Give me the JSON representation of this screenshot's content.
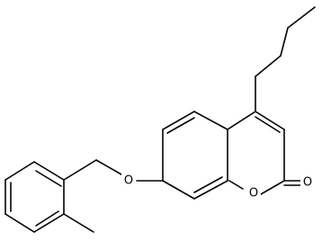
{
  "structure": {
    "atoms": [
      {
        "id": "ring-o",
        "label": "O"
      },
      {
        "id": "carbonyl-o",
        "label": "O"
      },
      {
        "id": "ether-o",
        "label": "O"
      }
    ]
  },
  "colors": {
    "bond": "#000000",
    "background": "#ffffff"
  }
}
